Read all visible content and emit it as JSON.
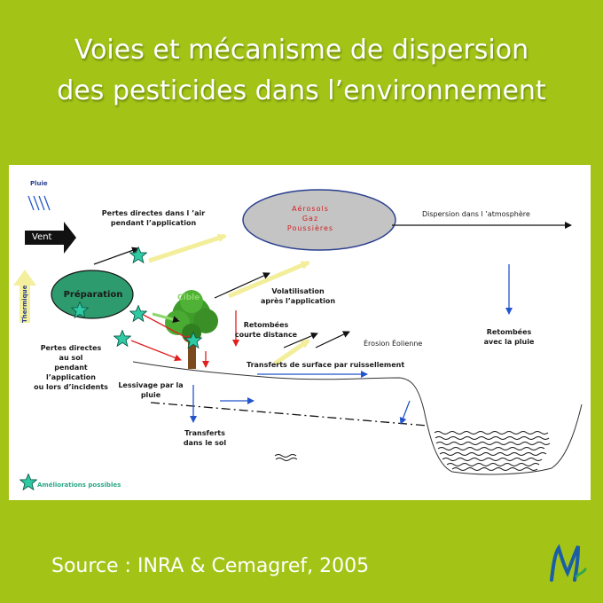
{
  "title": {
    "line1": "Voies et mécanisme de dispersion",
    "line2": "des pesticides dans l’environnement"
  },
  "diagram": {
    "pluie": "Pluie",
    "vent": "Vent",
    "thermique": "Thermique",
    "preparation": "Préparation",
    "cible": "Cible",
    "aerosols": "Aérosols",
    "gaz": "Gaz",
    "poussieres": "Poussières",
    "dispersion": "Dispersion  dans l ’atmosphère",
    "pertes_air_1": "Pertes directes dans l ’air",
    "pertes_air_2": "pendant l’application",
    "volat_1": "Volatilisation",
    "volat_2": "après l’application",
    "retombees_1": "Retombées",
    "retombees_2": "courte distance",
    "erosion": "Érosion  Éolienne",
    "transferts_surface": "Transferts de surface par ruissellement",
    "pertes_sol_1": "Pertes directes",
    "pertes_sol_2": "au sol",
    "pertes_sol_3": "pendant",
    "pertes_sol_4": "l’application",
    "pertes_sol_5": "ou lors d’incidents",
    "lessivage_1": "Lessivage par la",
    "lessivage_2": "pluie",
    "transferts_sol_1": "Transferts",
    "transferts_sol_2": "dans le sol",
    "retombees_pluie_1": "Retombées",
    "retombees_pluie_2": "avec la pluie",
    "ameliorations": "Améliorations  possibles"
  },
  "source": "Source : INRA & Cemagref, 2005",
  "logo_letter": "M",
  "colors": {
    "background": "#a3c417",
    "preparation": "#2e9b6e",
    "atmosphere": "#c4c4c4",
    "star": "#2fc9a4",
    "cible": "#8cd66a",
    "red_text": "#d22020"
  }
}
